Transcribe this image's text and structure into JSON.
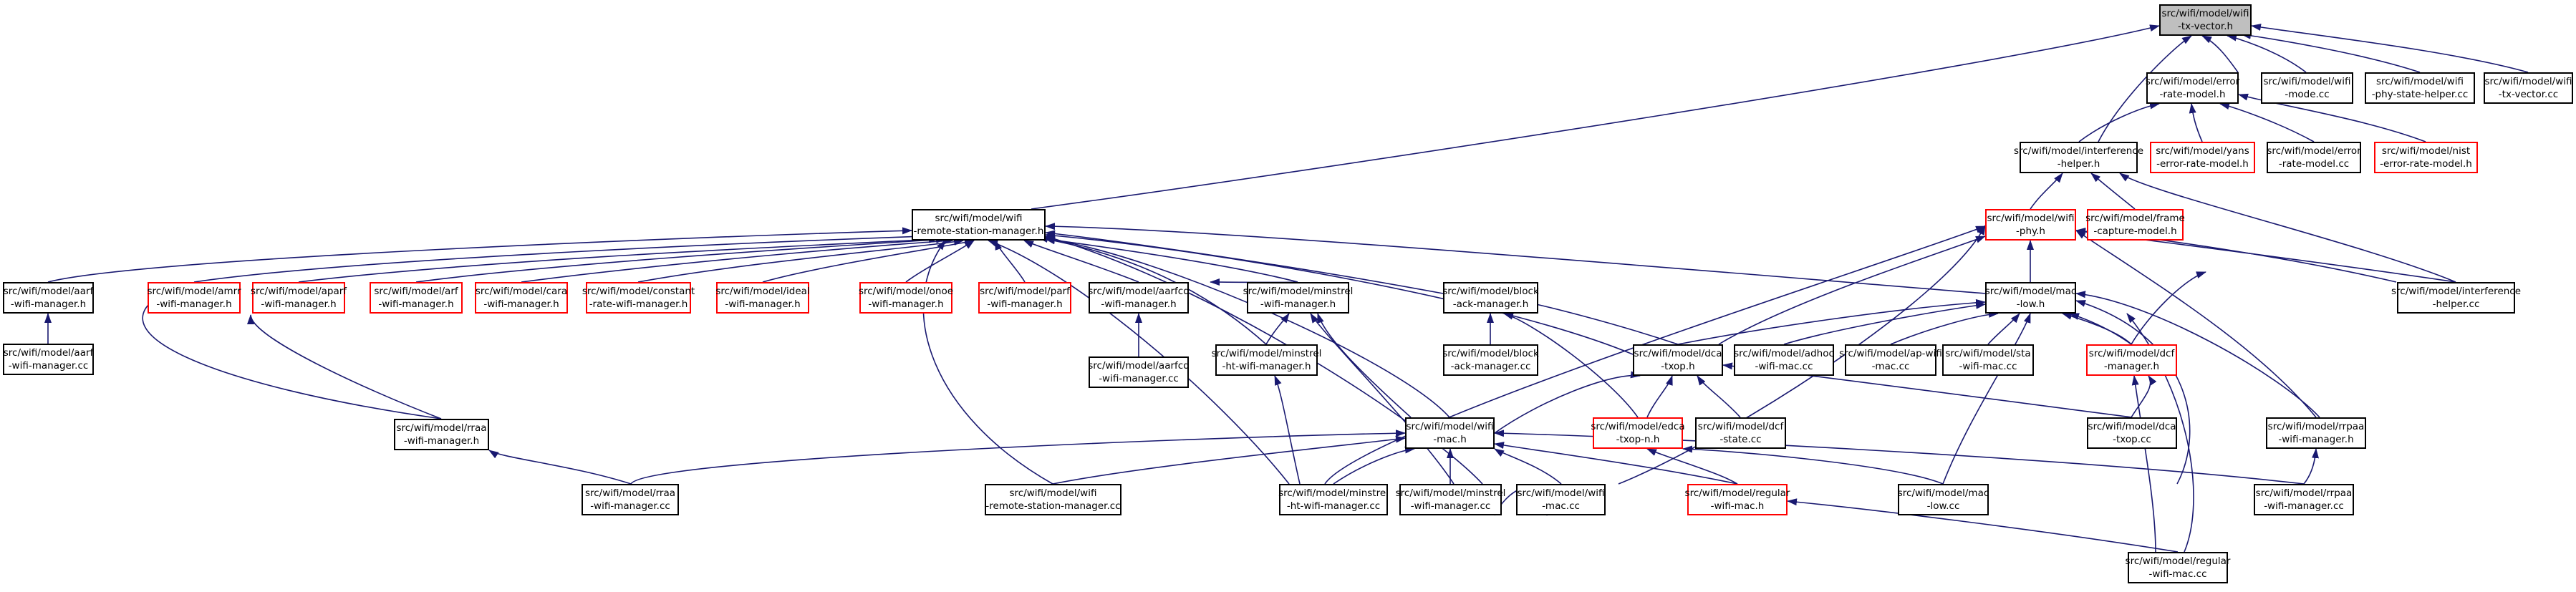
{
  "edge_color": "#191970",
  "highlight_fill": "#bfbfbf",
  "incomplete_border": "#ff0000",
  "nodes": {
    "root": {
      "l1": "src/wifi/model/wifi",
      "l2": "-tx-vector.h"
    },
    "err": {
      "l1": "src/wifi/model/error",
      "l2": "-rate-model.h"
    },
    "modecc": {
      "l1": "src/wifi/model/wifi",
      "l2": "-mode.cc"
    },
    "physt": {
      "l1": "src/wifi/model/wifi",
      "l2": "-phy-state-helper.cc"
    },
    "txvcc": {
      "l1": "src/wifi/model/wifi",
      "l2": "-tx-vector.cc"
    },
    "intf": {
      "l1": "src/wifi/model/interference",
      "l2": "-helper.h"
    },
    "yans": {
      "l1": "src/wifi/model/yans",
      "l2": "-error-rate-model.h"
    },
    "errcc": {
      "l1": "src/wifi/model/error",
      "l2": "-rate-model.cc"
    },
    "nist": {
      "l1": "src/wifi/model/nist",
      "l2": "-error-rate-model.h"
    },
    "rsm": {
      "l1": "src/wifi/model/wifi",
      "l2": "-remote-station-manager.h"
    },
    "phy": {
      "l1": "src/wifi/model/wifi",
      "l2": "-phy.h"
    },
    "frame": {
      "l1": "src/wifi/model/frame",
      "l2": "-capture-model.h"
    },
    "aarf": {
      "l1": "src/wifi/model/aarf",
      "l2": "-wifi-manager.h"
    },
    "amrr": {
      "l1": "src/wifi/model/amrr",
      "l2": "-wifi-manager.h"
    },
    "aparf": {
      "l1": "src/wifi/model/aparf",
      "l2": "-wifi-manager.h"
    },
    "arf": {
      "l1": "src/wifi/model/arf",
      "l2": "-wifi-manager.h"
    },
    "cara": {
      "l1": "src/wifi/model/cara",
      "l2": "-wifi-manager.h"
    },
    "const": {
      "l1": "src/wifi/model/constant",
      "l2": "-rate-wifi-manager.h"
    },
    "ideal": {
      "l1": "src/wifi/model/ideal",
      "l2": "-wifi-manager.h"
    },
    "onoe": {
      "l1": "src/wifi/model/onoe",
      "l2": "-wifi-manager.h"
    },
    "parf": {
      "l1": "src/wifi/model/parf",
      "l2": "-wifi-manager.h"
    },
    "aarfcd": {
      "l1": "src/wifi/model/aarfcd",
      "l2": "-wifi-manager.h"
    },
    "minstrel": {
      "l1": "src/wifi/model/minstrel",
      "l2": "-wifi-manager.h"
    },
    "block": {
      "l1": "src/wifi/model/block",
      "l2": "-ack-manager.h"
    },
    "mac": {
      "l1": "src/wifi/model/mac",
      "l2": "-low.h"
    },
    "intfcc": {
      "l1": "src/wifi/model/interference",
      "l2": "-helper.cc"
    },
    "aarfcc": {
      "l1": "src/wifi/model/aarf",
      "l2": "-wifi-manager.cc"
    },
    "aarfcdcc": {
      "l1": "src/wifi/model/aarfcd",
      "l2": "-wifi-manager.cc"
    },
    "minht": {
      "l1": "src/wifi/model/minstrel",
      "l2": "-ht-wifi-manager.h"
    },
    "blockcc": {
      "l1": "src/wifi/model/block",
      "l2": "-ack-manager.cc"
    },
    "dca": {
      "l1": "src/wifi/model/dca",
      "l2": "-txop.h"
    },
    "adhoc": {
      "l1": "src/wifi/model/adhoc",
      "l2": "-wifi-mac.cc"
    },
    "ap": {
      "l1": "src/wifi/model/ap-wifi",
      "l2": "-mac.cc"
    },
    "sta": {
      "l1": "src/wifi/model/sta",
      "l2": "-wifi-mac.cc"
    },
    "dcf": {
      "l1": "src/wifi/model/dcf",
      "l2": "-manager.h"
    },
    "rraa": {
      "l1": "src/wifi/model/rraa",
      "l2": "-wifi-manager.h"
    },
    "wmac": {
      "l1": "src/wifi/model/wifi",
      "l2": "-mac.h"
    },
    "edca": {
      "l1": "src/wifi/model/edca",
      "l2": "-txop-n.h"
    },
    "dcfst": {
      "l1": "src/wifi/model/dcf",
      "l2": "-state.cc"
    },
    "dcacc": {
      "l1": "src/wifi/model/dca",
      "l2": "-txop.cc"
    },
    "rrpaa": {
      "l1": "src/wifi/model/rrpaa",
      "l2": "-wifi-manager.h"
    },
    "rraacc": {
      "l1": "src/wifi/model/rraa",
      "l2": "-wifi-manager.cc"
    },
    "rsmcc": {
      "l1": "src/wifi/model/wifi",
      "l2": "-remote-station-manager.cc"
    },
    "minhtcc": {
      "l1": "src/wifi/model/minstrel",
      "l2": "-ht-wifi-manager.cc"
    },
    "mincc": {
      "l1": "src/wifi/model/minstrel",
      "l2": "-wifi-manager.cc"
    },
    "wmaccc": {
      "l1": "src/wifi/model/wifi",
      "l2": "-mac.cc"
    },
    "regh": {
      "l1": "src/wifi/model/regular",
      "l2": "-wifi-mac.h"
    },
    "maccc": {
      "l1": "src/wifi/model/mac",
      "l2": "-low.cc"
    },
    "rrpaacc": {
      "l1": "src/wifi/model/rrpaa",
      "l2": "-wifi-manager.cc"
    },
    "regcc": {
      "l1": "src/wifi/model/regular",
      "l2": "-wifi-mac.cc"
    }
  }
}
